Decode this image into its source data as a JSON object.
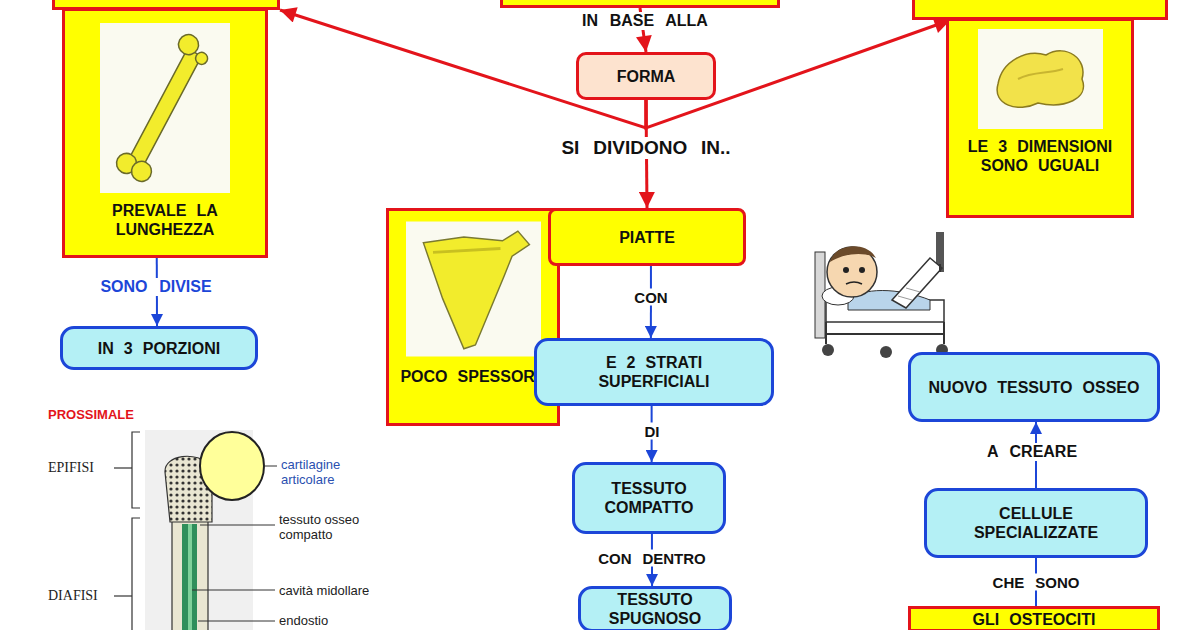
{
  "diagram": {
    "nodes": [
      {
        "text": []
      },
      {
        "text": []
      },
      {
        "text": []
      },
      {
        "text": [
          "FORMA"
        ]
      },
      {
        "text": [
          "PREVALE LA LUNGHEZZA"
        ]
      },
      {
        "text": [
          "LE 3 DIMENSIONI SONO UGUALI"
        ]
      },
      {
        "text": [
          "POCO SPESSORE"
        ]
      },
      {
        "text": [
          "PIATTE"
        ]
      },
      {
        "text": [
          "IN 3 PORZIONI"
        ]
      },
      {
        "text": [
          "E 2 STRATI SUPERFICIALI"
        ]
      },
      {
        "text": [
          "TESSUTO COMPATTO"
        ]
      },
      {
        "text": [
          "TESSUTO SPUGNOSO"
        ]
      },
      {
        "text": [
          "NUOVO TESSUTO OSSEO"
        ]
      },
      {
        "text": [
          "CELLULE SPECIALIZZATE"
        ]
      },
      {
        "text": [
          "GLI OSTEOCITI"
        ]
      }
    ],
    "edges": [
      {
        "from": 0,
        "to": 3,
        "label": "IN BASE ALLA",
        "arrow": "to"
      },
      {
        "from": 3,
        "to": 1,
        "arrow": "to"
      },
      {
        "from": 3,
        "to": 2,
        "arrow": "to"
      },
      {
        "from": 3,
        "to": 7,
        "label": "SI DIVIDONO IN..",
        "arrow": "to"
      },
      {
        "from": 4,
        "to": 8,
        "label": "SONO DIVISE",
        "arrow": "to"
      },
      {
        "from": 7,
        "to": 9,
        "label": "CON",
        "arrow": "to"
      },
      {
        "from": 9,
        "to": 10,
        "label": "DI",
        "arrow": "to"
      },
      {
        "from": 10,
        "to": 11,
        "label": "CON DENTRO",
        "arrow": "to"
      },
      {
        "from": 14,
        "to": 13,
        "label": "CHE SONO",
        "arrow": "to"
      },
      {
        "from": 13,
        "to": 12,
        "label": "A CREARE",
        "arrow": "to"
      }
    ],
    "labels": [
      "PROSSIMALE",
      "EPIFISI",
      "DIAFISI",
      "cartilagine articolare",
      "tessuto osseo compatto",
      "cavità midollare",
      "endostio"
    ]
  }
}
